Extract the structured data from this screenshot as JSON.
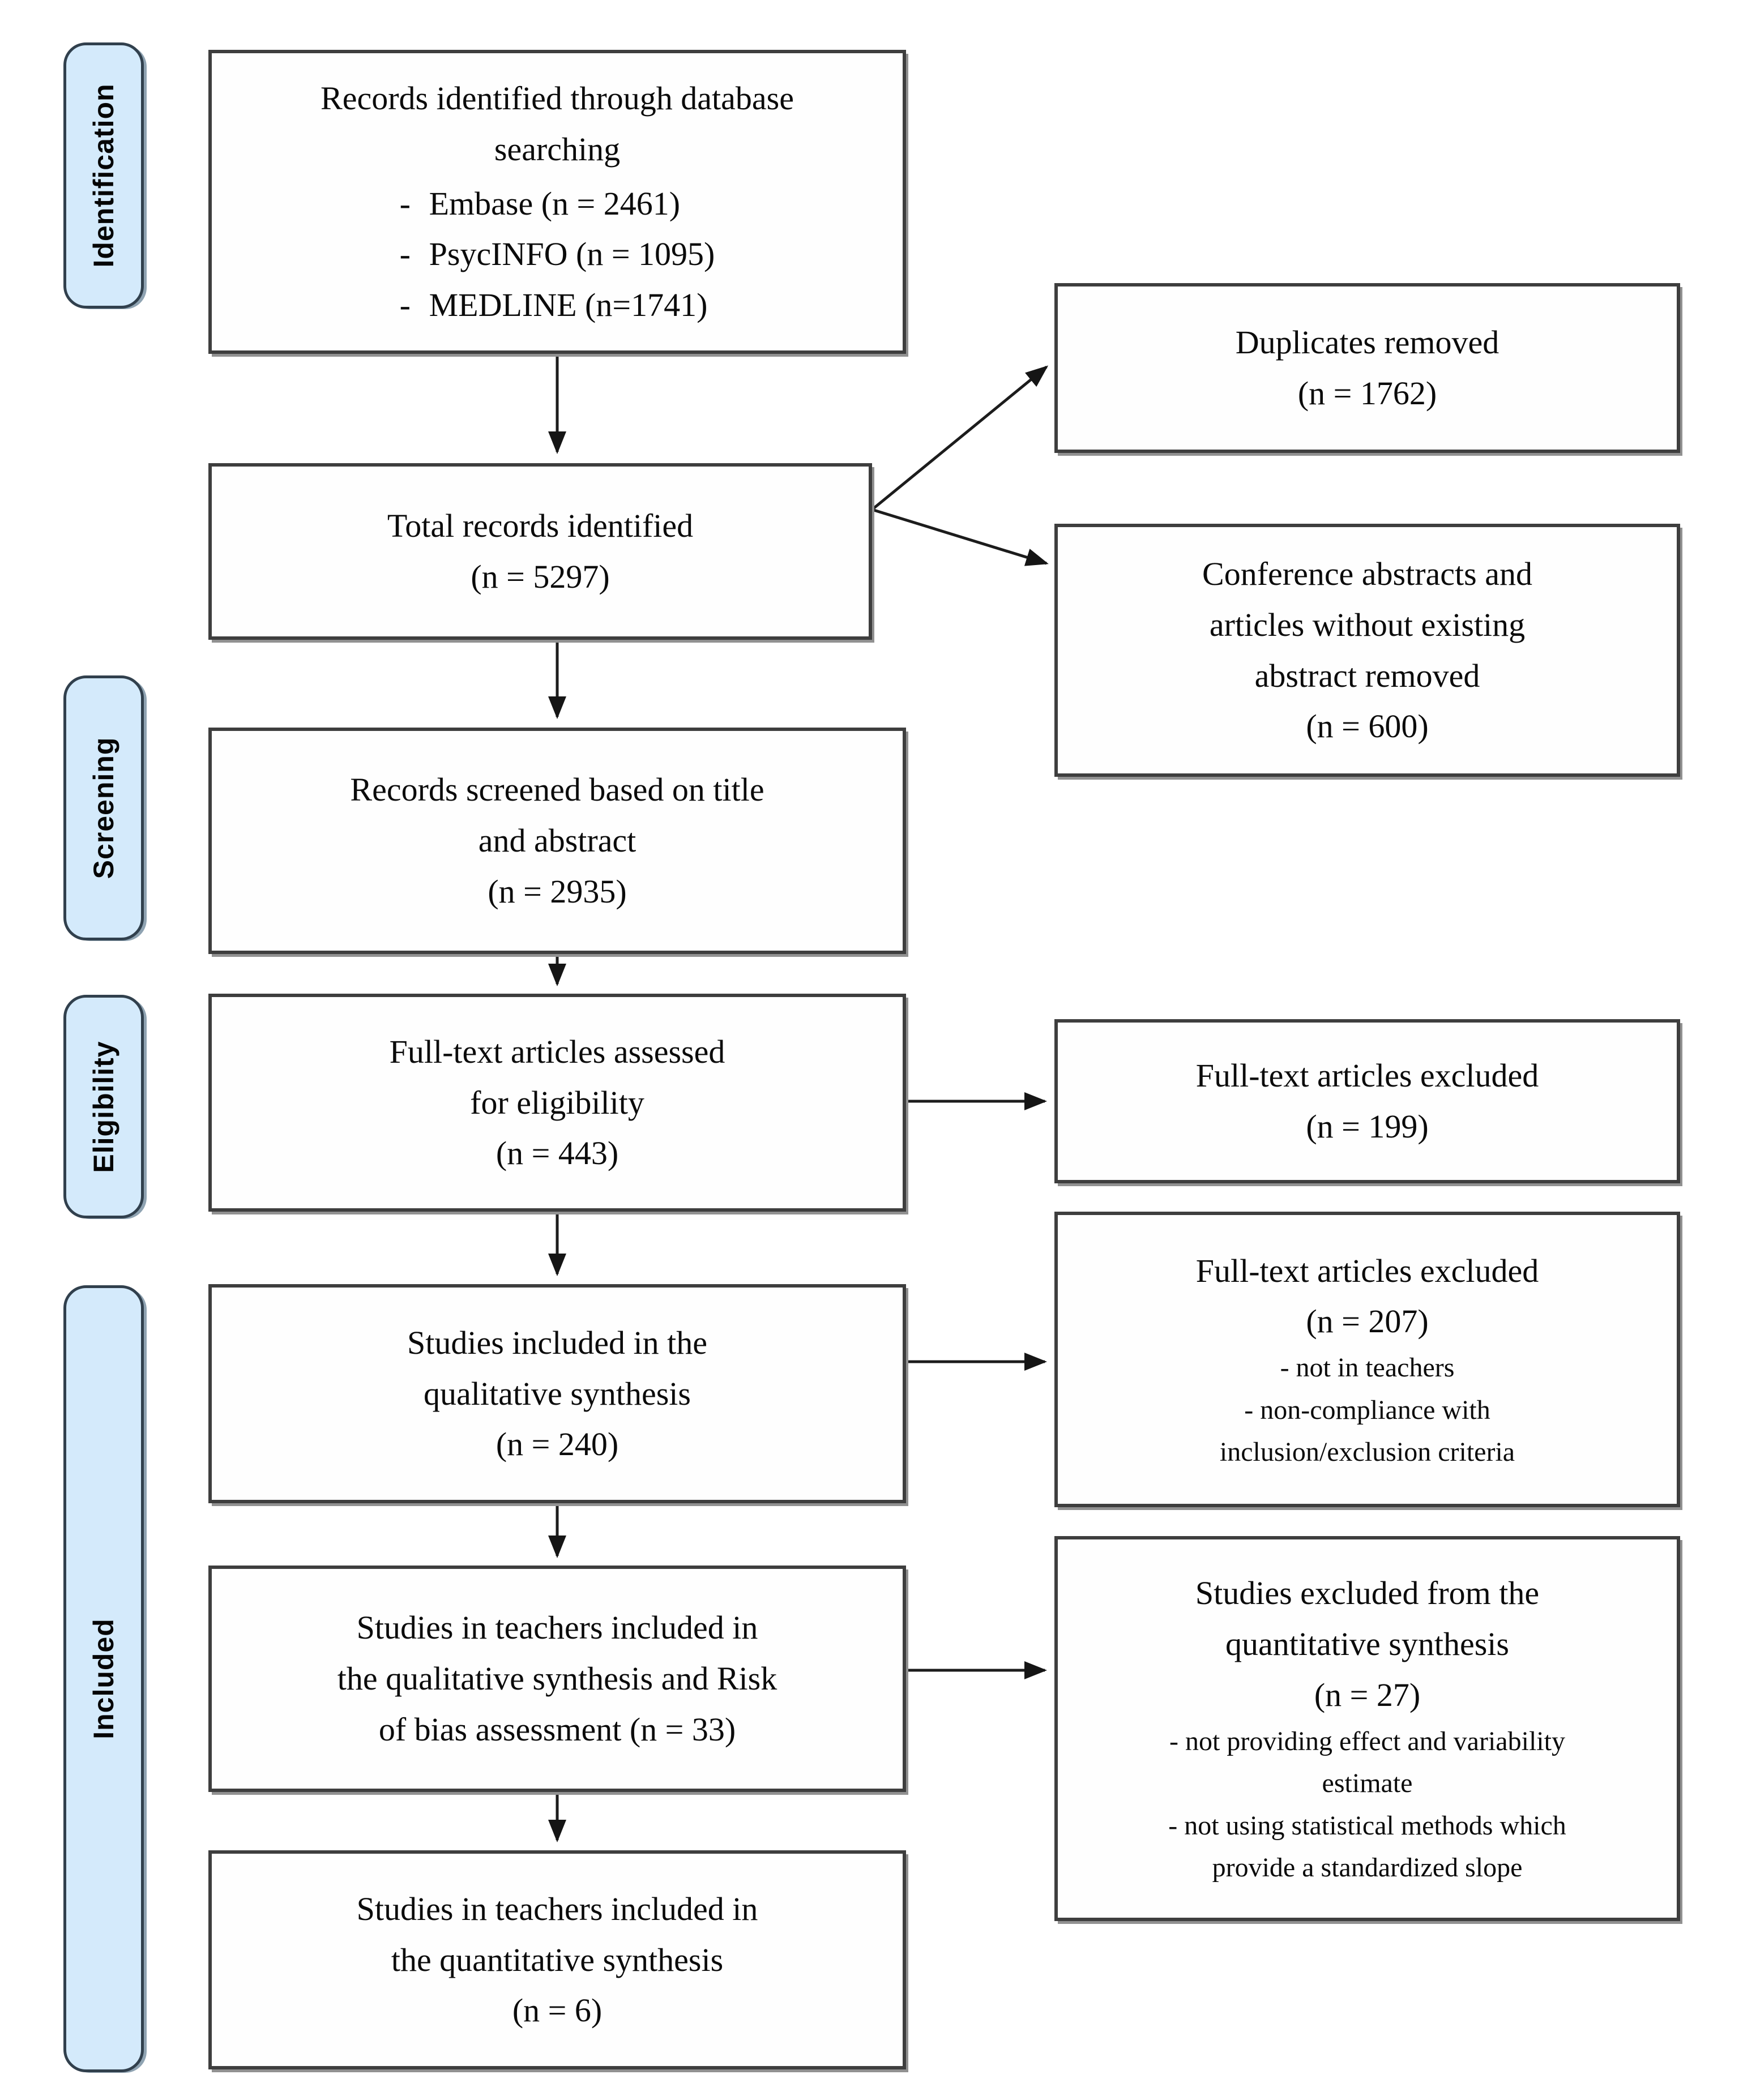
{
  "colors": {
    "stage_fill": "#d4eafb",
    "stage_border": "#31404d",
    "box_border": "#3e3e3e",
    "arrow": "#1c1c1c",
    "text": "#0b0b0b"
  },
  "stages": [
    {
      "label": "Identification"
    },
    {
      "label": "Screening"
    },
    {
      "label": "Eligibility"
    },
    {
      "label": "Included"
    }
  ],
  "boxes": {
    "records_identified": {
      "lines": [
        "Records identified through database",
        "searching"
      ],
      "bullet": "-",
      "items": [
        "Embase (n = 2461)",
        "PsycINFO (n = 1095)",
        "MEDLINE (n=1741)"
      ]
    },
    "total_records": {
      "lines": [
        "Total records identified",
        "(n = 5297)"
      ]
    },
    "duplicates_removed": {
      "lines": [
        "Duplicates removed",
        "(n = 1762)"
      ]
    },
    "conference_removed": {
      "lines": [
        "Conference abstracts and",
        "articles without existing",
        "abstract removed",
        "(n = 600)"
      ]
    },
    "records_screened": {
      "lines": [
        "Records screened based on title",
        "and abstract",
        "(n = 2935)"
      ]
    },
    "fulltext_assessed": {
      "lines": [
        "Full-text articles assessed",
        "for eligibility",
        "(n = 443)"
      ]
    },
    "fulltext_excluded_199": {
      "lines": [
        "Full-text articles excluded",
        "(n = 199)"
      ]
    },
    "qualitative_included": {
      "lines": [
        "Studies included in the",
        "qualitative synthesis",
        "(n = 240)"
      ]
    },
    "fulltext_excluded_207": {
      "lines": [
        "Full-text articles excluded",
        "(n = 207)"
      ],
      "sublines": [
        "- not in teachers",
        "- non-compliance with",
        "inclusion/exclusion criteria"
      ]
    },
    "teachers_qualitative": {
      "lines": [
        "Studies in teachers included in",
        "the qualitative synthesis and Risk",
        "of bias assessment (n = 33)"
      ]
    },
    "quantitative_excluded": {
      "lines": [
        "Studies excluded from the",
        "quantitative synthesis",
        "(n = 27)"
      ],
      "sublines": [
        "- not providing effect and variability",
        "estimate",
        "- not using statistical methods which",
        "provide a standardized slope"
      ]
    },
    "teachers_quantitative": {
      "lines": [
        "Studies in teachers included in",
        "the quantitative synthesis",
        "(n = 6)"
      ]
    }
  }
}
